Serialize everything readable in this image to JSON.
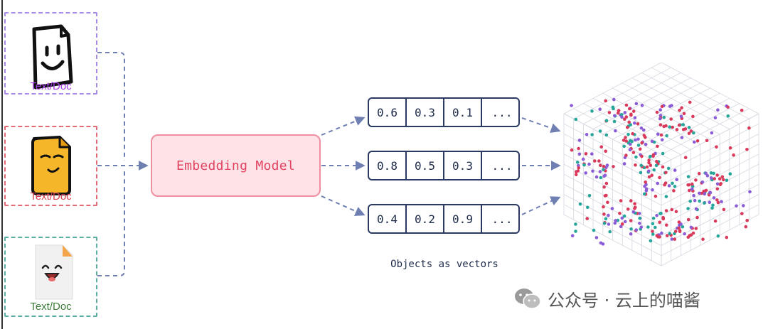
{
  "documents": [
    {
      "label": "Text/Doc",
      "color": "#a33ce8"
    },
    {
      "label": "Text/Doc",
      "color": "#d6424f"
    },
    {
      "label": "Text/Doc",
      "color": "#3e7d3a"
    }
  ],
  "model": {
    "label": "Embedding Model",
    "color": "#e0425f"
  },
  "vectors": [
    {
      "values": [
        "0.6",
        "0.3",
        "0.1",
        "..."
      ]
    },
    {
      "values": [
        "0.8",
        "0.5",
        "0.3",
        "..."
      ]
    },
    {
      "values": [
        "0.4",
        "0.2",
        "0.9",
        "..."
      ]
    }
  ],
  "caption": "Objects as vectors",
  "watermark": {
    "text": "公众号 · 云上的喵酱"
  },
  "colors": {
    "arrow": "#6f7fb2",
    "doc_border_purple": "#a78be6",
    "doc_border_red": "#e36b78",
    "doc_border_teal": "#5cb0a3",
    "dot_red": "#d93a5c",
    "dot_purple": "#8b5cd6",
    "dot_teal": "#26a69a"
  }
}
